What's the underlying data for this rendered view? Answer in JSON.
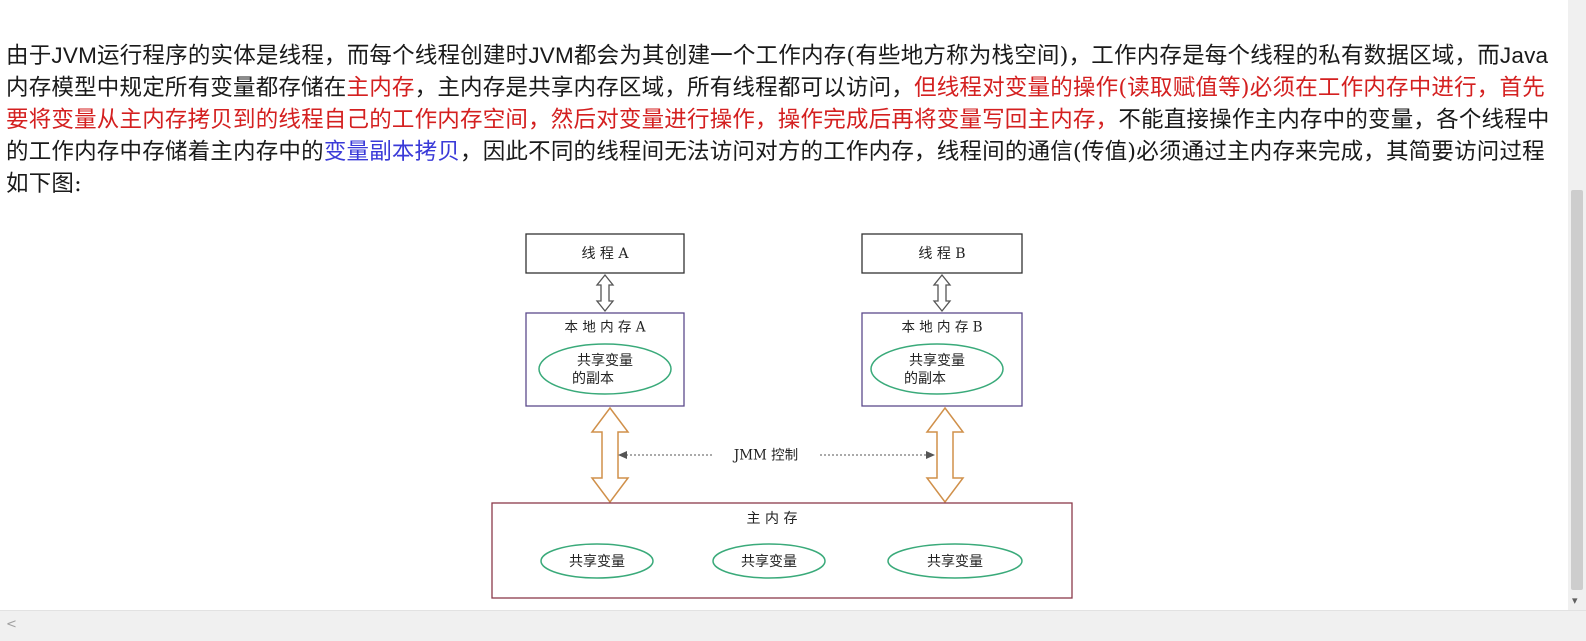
{
  "article": {
    "segments": [
      {
        "text": "由于",
        "style": "normal"
      },
      {
        "text": "JVM",
        "style": "latin"
      },
      {
        "text": "运行程序的实体是线程，而每个线程创建时",
        "style": "normal"
      },
      {
        "text": "JVM",
        "style": "latin"
      },
      {
        "text": "都会为其创建一个工作内存(有些地方称为栈空间)，工作内存是每个线程的私有数据区域，而",
        "style": "normal"
      },
      {
        "text": "Java",
        "style": "latin"
      },
      {
        "text": "内存模型中规定所有变量都存储在",
        "style": "normal"
      },
      {
        "text": "主内存",
        "style": "red"
      },
      {
        "text": "，主内存是共享内存区域，所有线程都可以访问，",
        "style": "normal"
      },
      {
        "text": "但线程对变量的操作(读取赋值等)必须在工作内存中进行，首先要将变量从主内存拷贝到的线程自己的工作内存空间，然后对变量进行操作，操作完成后再将变量写回主内存，",
        "style": "red"
      },
      {
        "text": "不能直接操作主内存中的变量，各个线程中的工作内存中存储着主内存中的",
        "style": "normal"
      },
      {
        "text": "变量副本拷贝",
        "style": "blue"
      },
      {
        "text": "，因此不同的线程间无法访问对方的工作内存，线程间的通信(传值)必须通过主内存来完成，其简要访问过程如下图:",
        "style": "normal"
      }
    ]
  },
  "diagram": {
    "thread_a": "线 程 A",
    "thread_b": "线 程 B",
    "local_mem_a": "本 地 内 存 A",
    "local_mem_b": "本 地 内 存 B",
    "copy_a_line1": "共享变量",
    "copy_a_line2": "的副本",
    "copy_b_line1": "共享变量",
    "copy_b_line2": "的副本",
    "jmm_label": "JMM 控制",
    "main_memory": "主 内 存",
    "shared_vars": [
      "共享变量",
      "共享变量",
      "共享变量"
    ],
    "colors": {
      "box_border": "#333333",
      "local_box_border": "#5c4a8c",
      "main_box_border": "#8b3a4a",
      "ellipse_stroke": "#3aaa7a",
      "arrow_gray": "#555555",
      "arrow_orange": "#d0904a"
    }
  },
  "scrollbar": {
    "horizontal_left_arrow": "<",
    "vertical_down_arrow": "▾"
  }
}
